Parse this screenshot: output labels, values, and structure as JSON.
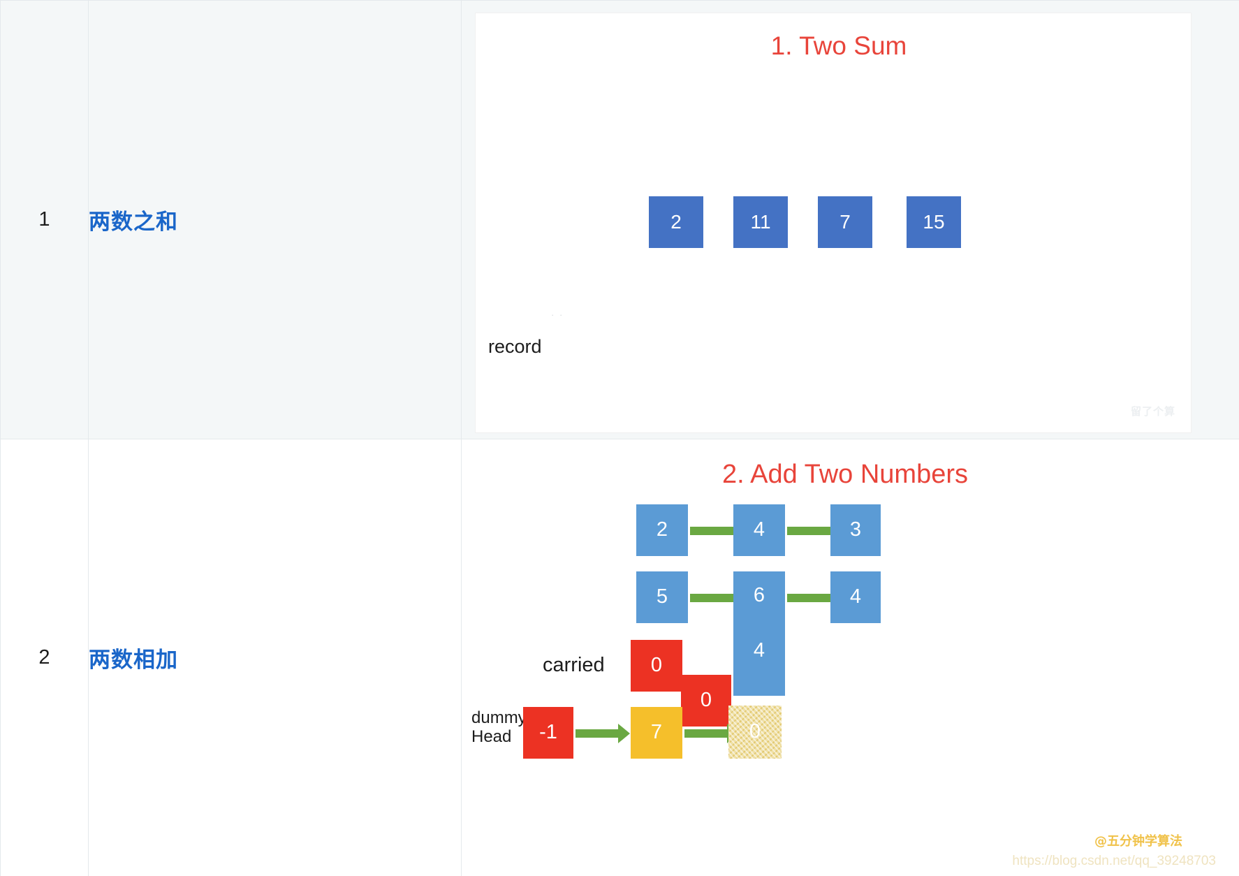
{
  "table": {
    "rows": [
      {
        "index": "1",
        "name": "两数之和",
        "diagram": {
          "title": "1. Two Sum",
          "label_record": "record",
          "faint_mark": "· ·",
          "array": [
            "2",
            "11",
            "7",
            "15"
          ],
          "watermark_ghost": "留了个算"
        }
      },
      {
        "index": "2",
        "name": "两数相加",
        "diagram": {
          "title": "2. Add Two Numbers",
          "list_a": [
            "2",
            "4",
            "3"
          ],
          "list_b": [
            "5",
            "6",
            "4"
          ],
          "extra_b": [
            "4",
            "6"
          ],
          "label_carried": "carried",
          "label_dummy_line1": "dummy",
          "label_dummy_line2": "Head",
          "carried_boxes": [
            "0",
            "0"
          ],
          "result_list": [
            "-1",
            "7",
            "0"
          ],
          "watermark_cn": "@五分钟学算法",
          "watermark_url": "https://blog.csdn.net/qq_39248703"
        }
      }
    ]
  },
  "colors": {
    "row_bg_alt": "#f4f7f8",
    "title_red": "#e8443a",
    "name_blue": "#1a66c9",
    "box_dark_blue": "#4472c4",
    "box_light_blue": "#5b9bd5",
    "box_red": "#ec3223",
    "box_yellow": "#f5bf2b",
    "arrow_green": "#6aa842",
    "border": "#e4e9ec"
  }
}
